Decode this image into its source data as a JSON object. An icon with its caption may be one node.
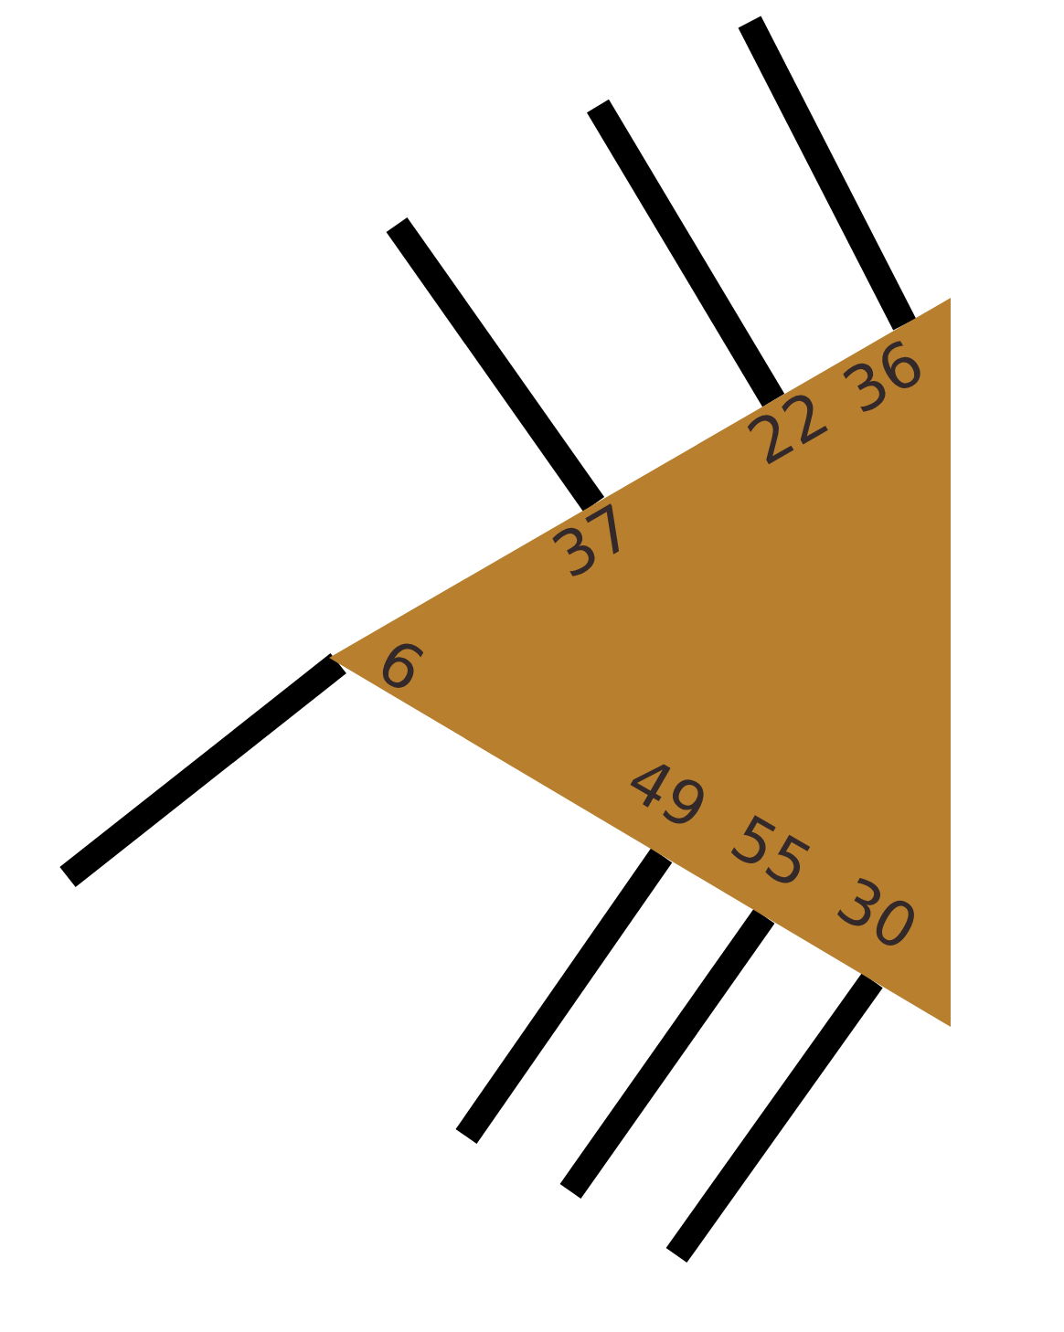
{
  "diagram": {
    "nodes": [
      {
        "text": [
          "36",
          "22",
          "37",
          "6",
          "49",
          "55",
          "30"
        ]
      }
    ]
  }
}
